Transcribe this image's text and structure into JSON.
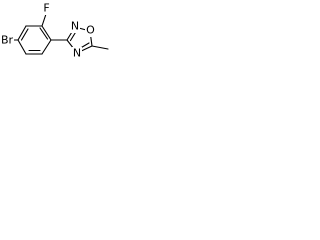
{
  "molecule": {
    "atoms": {
      "bromine": "Br",
      "fluorine": "F",
      "ring_nitrogen_top": "N",
      "ring_oxygen": "O",
      "ring_nitrogen_bottom": "N"
    },
    "colors": {
      "bond": "#000000",
      "label": "#000000",
      "background": "#ffffff"
    }
  }
}
